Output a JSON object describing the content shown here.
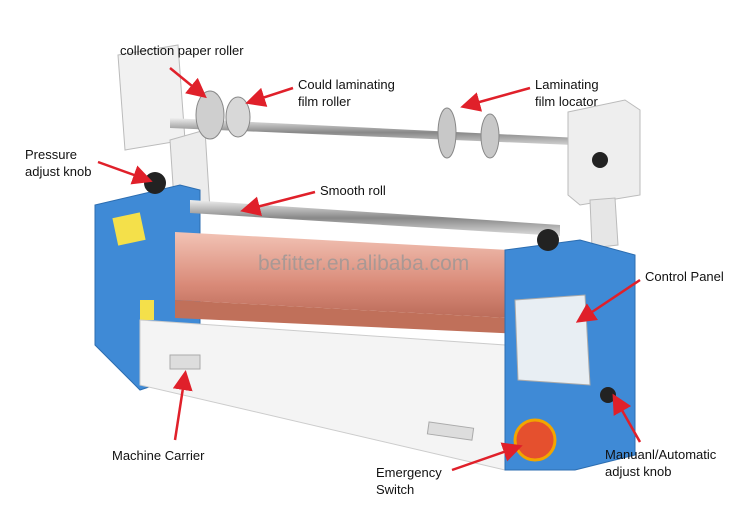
{
  "watermark": "befitter.en.alibaba.com",
  "labels": {
    "collection_paper_roller": "collection paper roller",
    "film_roller_1": "Could laminating",
    "film_roller_2": "film roller",
    "film_locator_1": "Laminating",
    "film_locator_2": "film locator",
    "pressure_knob_1": "Pressure",
    "pressure_knob_2": "adjust knob",
    "smooth_roll": "Smooth roll",
    "control_panel": "Control Panel",
    "machine_carrier": "Machine Carrier",
    "emergency_1": "Emergency",
    "emergency_2": "Switch",
    "manual_knob_1": "Manuanl/Automatic",
    "manual_knob_2": "adjust knob"
  },
  "colors": {
    "arrow": "#e0202a",
    "housing": "#3f8ad6",
    "roller": "#d98a78"
  }
}
